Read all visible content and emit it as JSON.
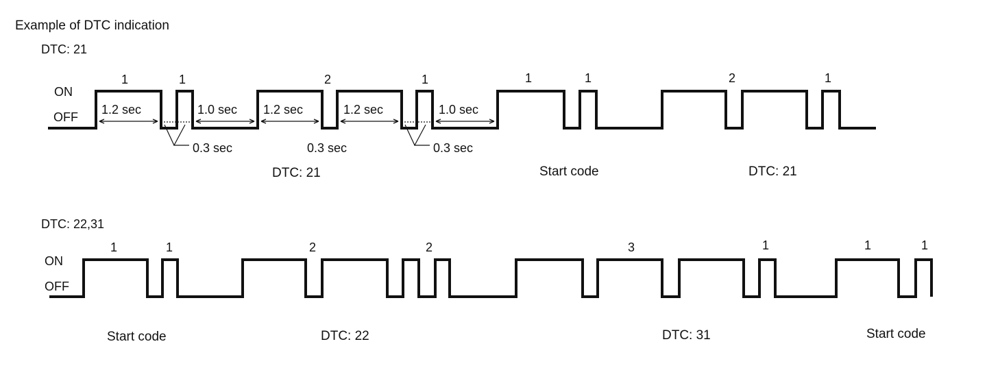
{
  "title": "Example of DTC indication",
  "diagram1": {
    "heading": "DTC: 21",
    "on_label": "ON",
    "off_label": "OFF",
    "pulse_counts": [
      "1",
      "1",
      "2",
      "1",
      "1",
      "1",
      "2",
      "1"
    ],
    "durations": [
      "1.2 sec",
      "1.0 sec",
      "1.2 sec",
      "1.2 sec",
      "1.0 sec"
    ],
    "gaps": [
      "0.3 sec",
      "0.3 sec",
      "0.3 sec"
    ],
    "captions": [
      "DTC: 21",
      "Start code",
      "DTC: 21"
    ]
  },
  "diagram2": {
    "heading": "DTC: 22,31",
    "on_label": "ON",
    "off_label": "OFF",
    "pulse_counts": [
      "1",
      "1",
      "2",
      "2",
      "3",
      "1",
      "1",
      "1"
    ],
    "captions": [
      "Start code",
      "DTC: 22",
      "DTC: 31",
      "Start code"
    ]
  },
  "colors": {
    "ink": "#111111",
    "background": "#ffffff"
  }
}
